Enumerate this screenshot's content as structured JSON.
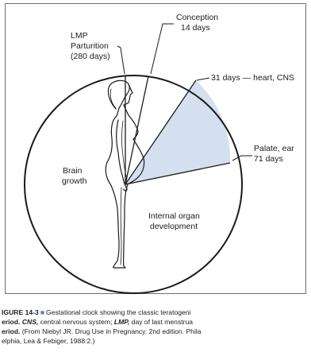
{
  "diagram": {
    "labels": {
      "conception": [
        "Conception",
        "14 days"
      ],
      "lmp": [
        "LMP",
        "Parturition",
        "(280 days)"
      ],
      "heart": [
        "31 days — heart, CNS"
      ],
      "palate": [
        "Palate, ear",
        "71 days"
      ],
      "brain": [
        "Brain",
        "growth"
      ],
      "organ": [
        "Internal organ",
        "development"
      ]
    },
    "colors": {
      "sector_fill": "#d4dff0",
      "line": "#1a1a1a"
    }
  },
  "caption": {
    "fig_label": "IGURE 14-3",
    "square": "■",
    "line1_text": "Gestational clock showing the classic teratogeni",
    "line2_a": "eriod. ",
    "line2_cns": "CNS,",
    "line2_b": " central nervous system; ",
    "line2_lmp": "LMP,",
    "line2_c": " day of last menstrua",
    "line3_a": "eriod.",
    "line3_b": " (From Niebyl JR. Drug Use in Pregnancy. 2nd edition. Phila",
    "line4": "elphia, Lea & Febiger, 1988:2.)"
  }
}
